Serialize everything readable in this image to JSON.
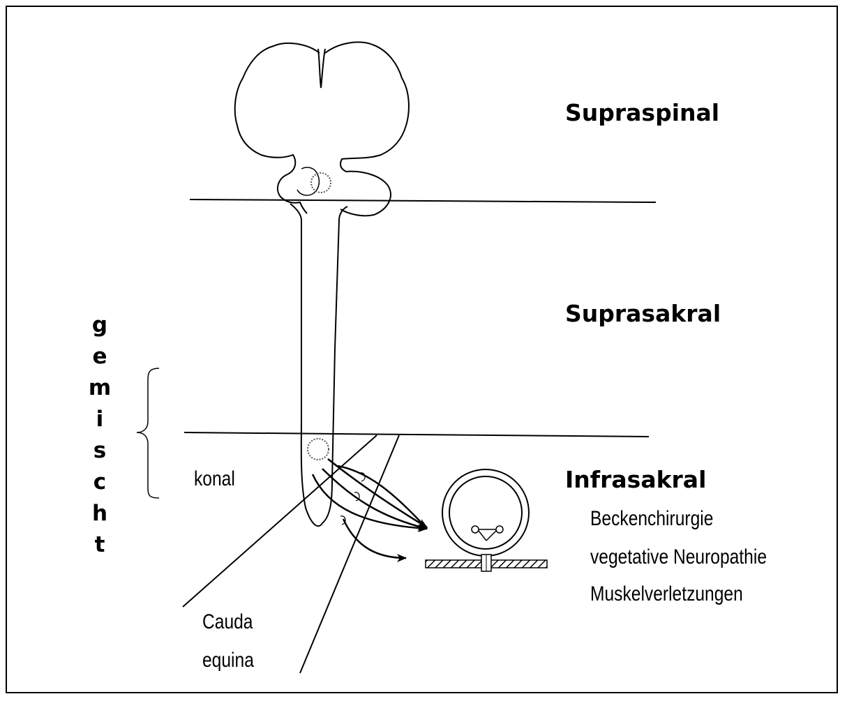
{
  "labels": {
    "supraspinal": "Supraspinal",
    "suprasakral": "Suprasakral",
    "infrasakral": "Infrasakral",
    "konal": "konal",
    "causes": [
      "Beckenchirurgie",
      "vegetative Neuropathie",
      "Muskelverletzungen"
    ],
    "cauda": [
      "Cauda",
      "equina"
    ]
  },
  "side_label": {
    "text": "gemischt",
    "letters": [
      "g",
      "e",
      "m",
      "i",
      "s",
      "c",
      "h",
      "t"
    ]
  },
  "colors": {
    "line": "#000000",
    "background": "#ffffff"
  }
}
